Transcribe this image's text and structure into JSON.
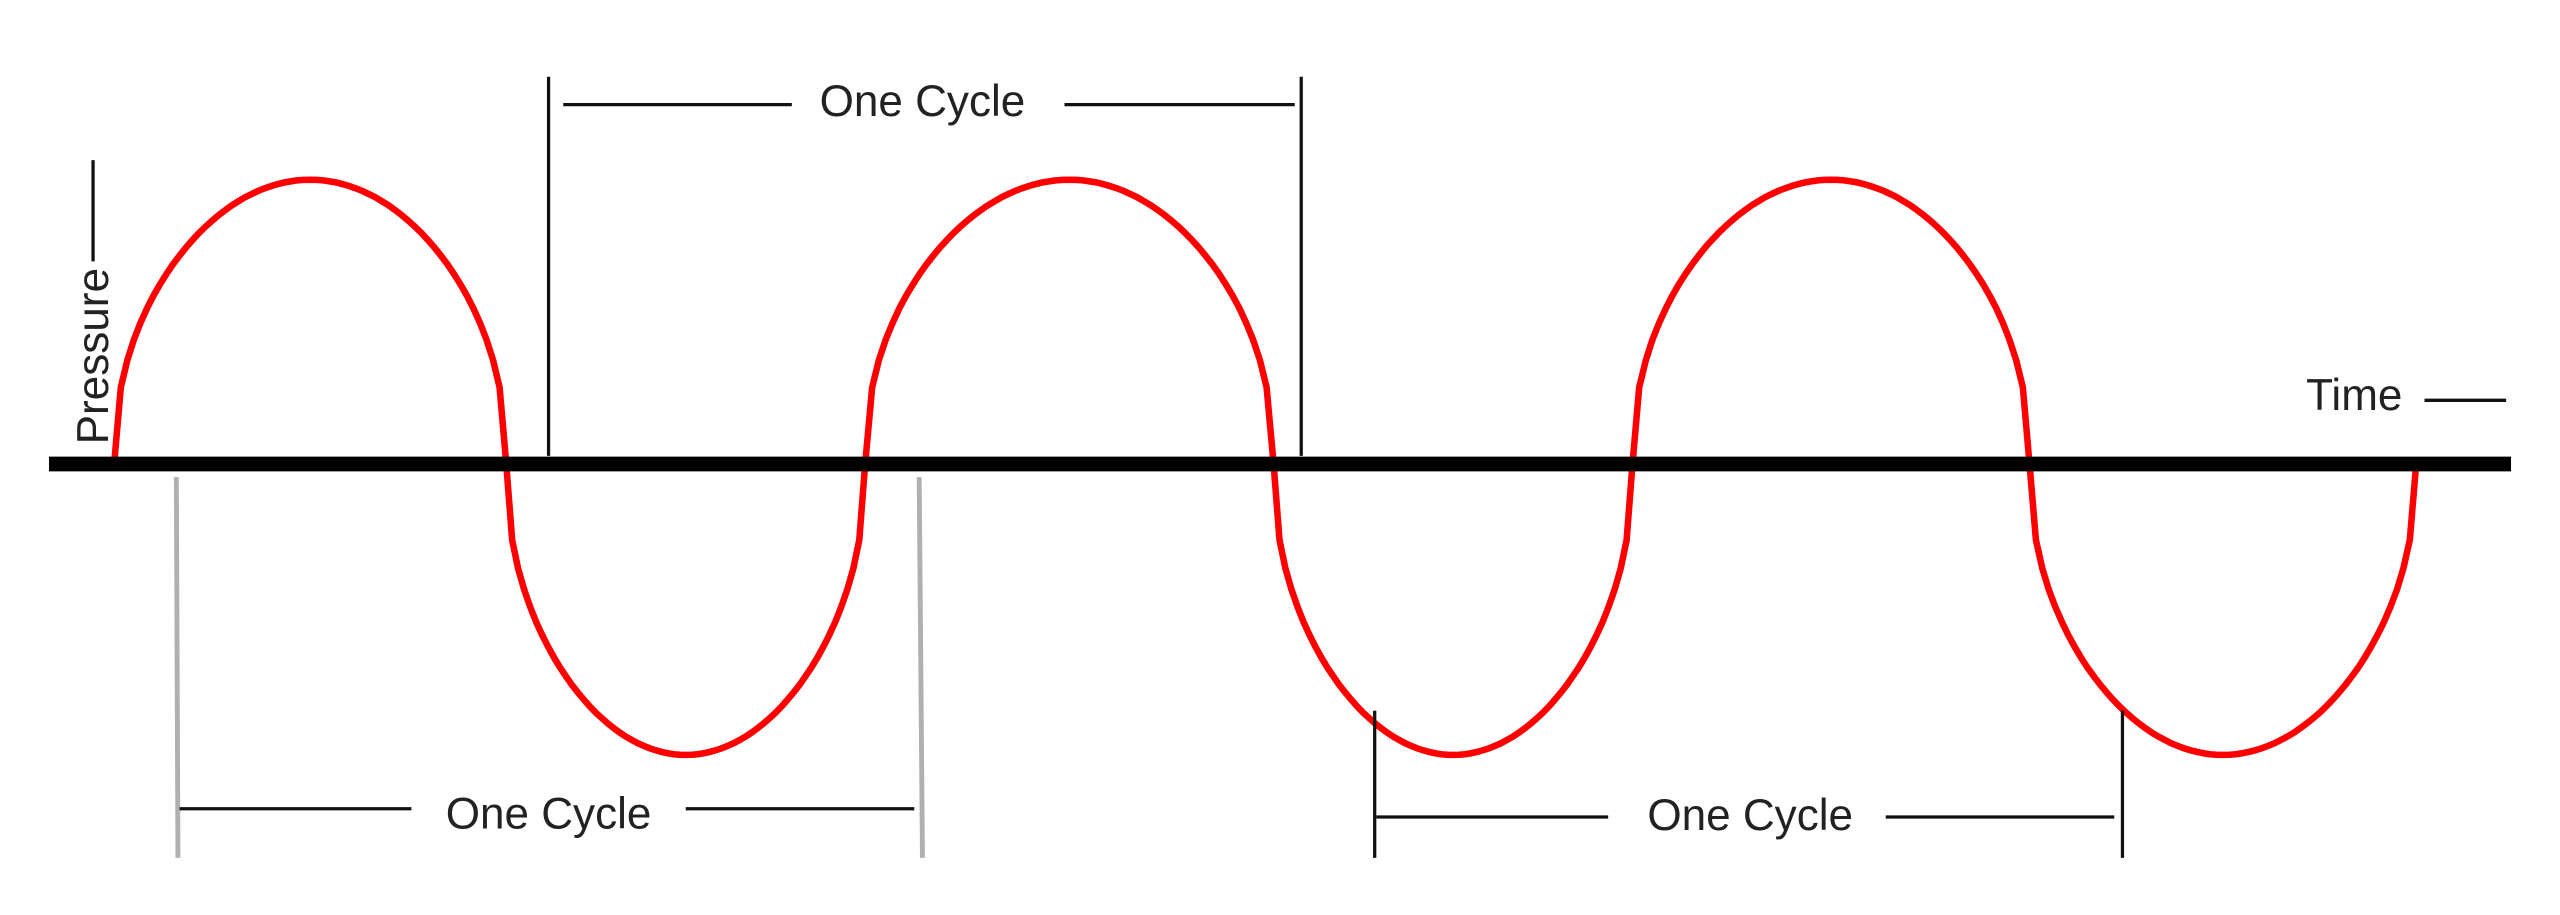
{
  "diagram": {
    "axis_labels": {
      "y": "Pressure",
      "x": "Time"
    },
    "cycle_labels": [
      "One Cycle",
      "One Cycle",
      "One Cycle"
    ],
    "wave": {
      "type": "rounded-square sine",
      "half_cycles": 6
    },
    "colors": {
      "wave": "#ff0000",
      "axis": "#000000",
      "bracket": "#111111",
      "bracket_gray": "#b0b0b0",
      "text": "#222222"
    }
  }
}
